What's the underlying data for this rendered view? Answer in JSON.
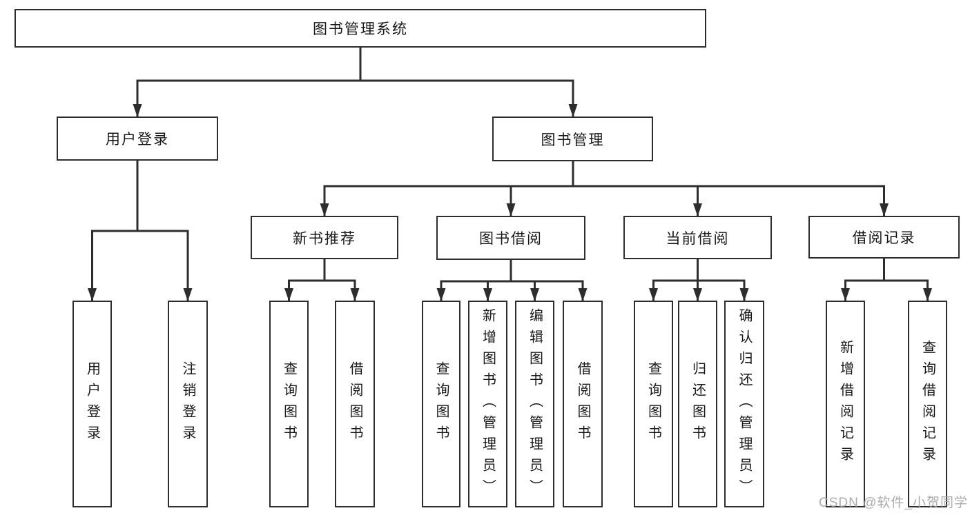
{
  "diagram": {
    "root": {
      "label": "图书管理系统"
    },
    "level1": [
      {
        "id": "user-login",
        "label": "用户登录"
      },
      {
        "id": "book-management",
        "label": "图书管理"
      }
    ],
    "level2": [
      {
        "id": "new-book-recommend",
        "label": "新书推荐"
      },
      {
        "id": "book-borrow",
        "label": "图书借阅"
      },
      {
        "id": "current-borrow",
        "label": "当前借阅"
      },
      {
        "id": "borrow-records",
        "label": "借阅记录"
      }
    ],
    "leaves": [
      {
        "label": "用户登录"
      },
      {
        "label": "注销登录"
      },
      {
        "label": "查询图书"
      },
      {
        "label": "借阅图书"
      },
      {
        "label": "查询图书"
      },
      {
        "label": "新增图书（管理员）"
      },
      {
        "label": "编辑图书（管理员）"
      },
      {
        "label": "借阅图书"
      },
      {
        "label": "查询图书"
      },
      {
        "label": "归还图书"
      },
      {
        "label": "确认归还（管理员）"
      },
      {
        "label": "新增借阅记录"
      },
      {
        "label": "查询借阅记录"
      }
    ]
  },
  "watermark": {
    "text": "CSDN @软件_小贺同学"
  },
  "colors": {
    "line": "#2d2d2d",
    "background": "#ffffff",
    "watermark": "#a3a3a3"
  }
}
